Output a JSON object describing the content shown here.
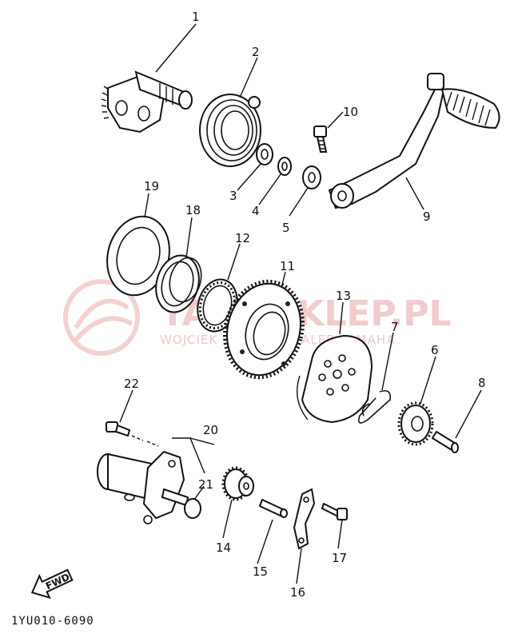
{
  "diagram": {
    "part_numbers": [
      "1",
      "2",
      "3",
      "4",
      "5",
      "6",
      "7",
      "8",
      "9",
      "10",
      "11",
      "12",
      "13",
      "14",
      "15",
      "16",
      "17",
      "18",
      "19",
      "20",
      "21",
      "22"
    ],
    "drawing_code": "1YU010-6090",
    "fwd_label": "FWD",
    "watermark": {
      "title": "YAMASKLEP.PL",
      "subtitle": "WOJCIEK SERVICE DEALER YAMAHA"
    }
  }
}
